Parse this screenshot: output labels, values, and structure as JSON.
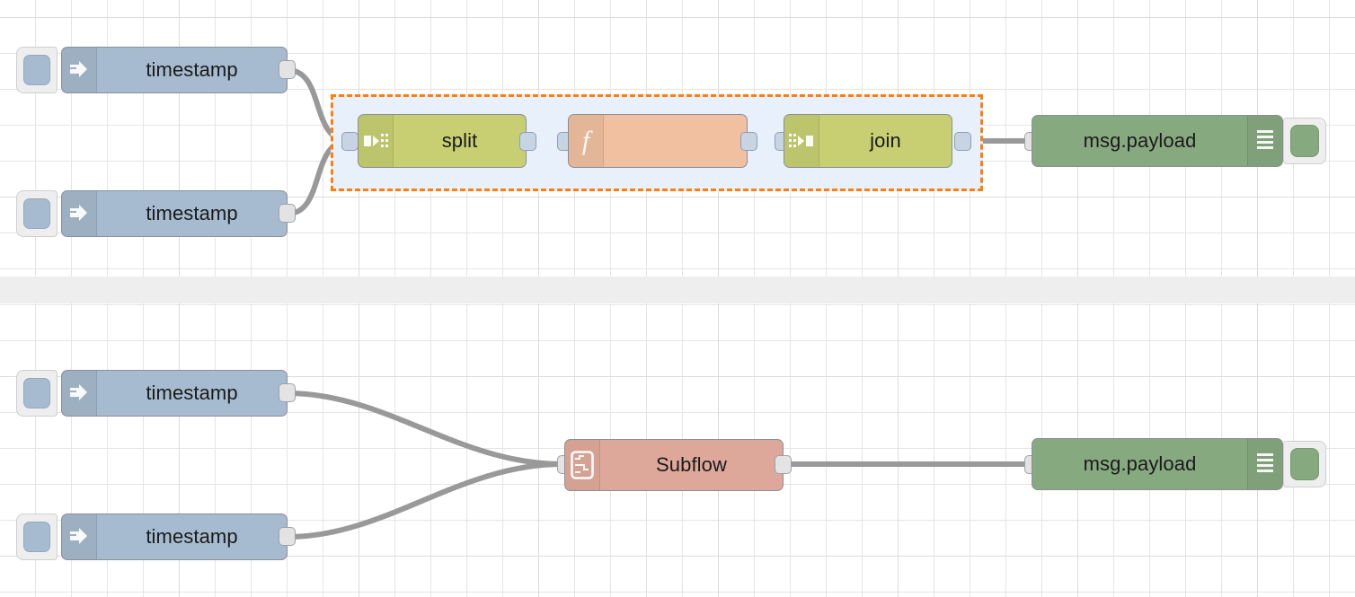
{
  "app": {
    "name": "Node-RED flow editor canvas",
    "canvas_background": "#ffffff",
    "grid_color": "#e5e5e5",
    "flow_divider_color": "#eeeeee"
  },
  "palette": {
    "inject_color": "#a6bbcf",
    "split_join_color": "#c7cf72",
    "function_color": "#f0c0a0",
    "subflow_color": "#dda89a",
    "debug_color": "#87a980",
    "selection_border": "#ff7f0e",
    "selection_fill": "#e7f0fb",
    "wire_color": "#999999",
    "port_color": "#e3e3e3"
  },
  "flows": [
    {
      "id": "flow-top",
      "nodes": [
        {
          "id": "inject-1",
          "type": "inject",
          "label": "timestamp",
          "icon": "inject-arrow-icon"
        },
        {
          "id": "inject-2",
          "type": "inject",
          "label": "timestamp",
          "icon": "inject-arrow-icon"
        },
        {
          "id": "split-1",
          "type": "split",
          "label": "split",
          "icon": "split-icon"
        },
        {
          "id": "function-1",
          "type": "function",
          "label": "",
          "icon": "function-f-icon"
        },
        {
          "id": "join-1",
          "type": "join",
          "label": "join",
          "icon": "join-icon"
        },
        {
          "id": "debug-1",
          "type": "debug",
          "label": "msg.payload",
          "icon": "debug-lines-icon"
        }
      ],
      "group": {
        "selected": true,
        "members": [
          "split-1",
          "function-1",
          "join-1"
        ]
      },
      "wires": [
        {
          "from": "inject-1",
          "to": "split-1"
        },
        {
          "from": "inject-2",
          "to": "split-1"
        },
        {
          "from": "split-1",
          "to": "function-1"
        },
        {
          "from": "function-1",
          "to": "join-1"
        },
        {
          "from": "join-1",
          "to": "debug-1"
        }
      ]
    },
    {
      "id": "flow-bottom",
      "nodes": [
        {
          "id": "inject-3",
          "type": "inject",
          "label": "timestamp",
          "icon": "inject-arrow-icon"
        },
        {
          "id": "inject-4",
          "type": "inject",
          "label": "timestamp",
          "icon": "inject-arrow-icon"
        },
        {
          "id": "subflow-1",
          "type": "subflow",
          "label": "Subflow",
          "icon": "subflow-icon"
        },
        {
          "id": "debug-2",
          "type": "debug",
          "label": "msg.payload",
          "icon": "debug-lines-icon"
        }
      ],
      "wires": [
        {
          "from": "inject-3",
          "to": "subflow-1"
        },
        {
          "from": "inject-4",
          "to": "subflow-1"
        },
        {
          "from": "subflow-1",
          "to": "debug-2"
        }
      ]
    }
  ]
}
